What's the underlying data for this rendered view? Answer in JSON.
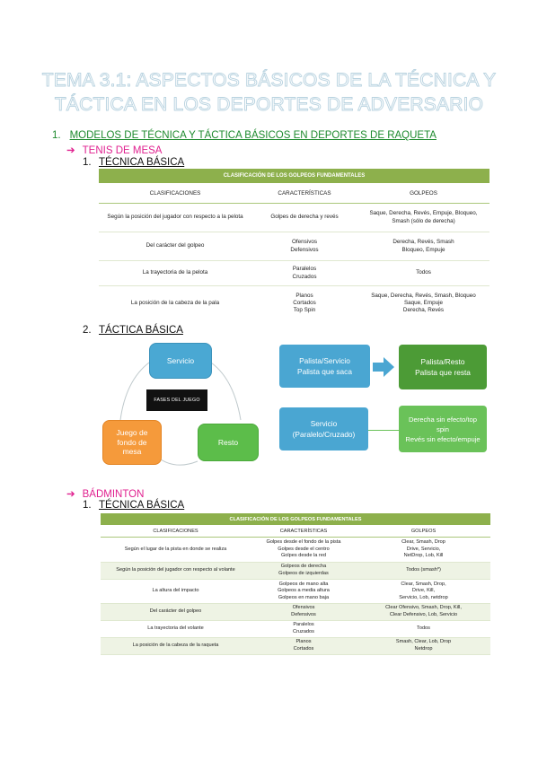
{
  "title": {
    "line1": "TEMA 3.1: ASPECTOS BÁSICOS DE LA TÉCNICA Y",
    "line2": "TÁCTICA EN LOS DEPORTES DE ADVERSARIO"
  },
  "section1": {
    "num": "1.",
    "label": "MODELOS DE TÉCNICA Y TÁCTICA BÁSICOS EN DEPORTES DE RAQUETA"
  },
  "arrow": "➔",
  "tenis": {
    "label": "TENIS DE MESA",
    "tecnica": {
      "num": "1.",
      "label": "TÉCNICA BÁSICA"
    },
    "table": {
      "caption": "CLASIFICACIÓN DE LOS GOLPEOS FUNDAMENTALES",
      "headers": [
        "CLASIFICACIONES",
        "CARACTERÍSTICAS",
        "GOLPEOS"
      ],
      "rows": [
        [
          "Según la posición del jugador con respecto a la pelota",
          "Golpes de derecha y revés",
          "Saque, Derecha, Revés, Empuje, Bloqueo,\nSmash (sólo de derecha)"
        ],
        [
          "Del carácter del golpeo",
          "Ofensivos\nDefensivos",
          "Derecha, Revés, Smash\nBloqueo, Empuje"
        ],
        [
          "La trayectoria de la pelota",
          "Paralelos\nCruzados",
          "Todos"
        ],
        [
          "La posición de la cabeza de la pala",
          "Planos\nCortados\nTop Spin",
          "Saque, Derecha, Revés, Smash, Bloqueo\nSaque, Empuje\nDerecha, Revés"
        ]
      ]
    },
    "tactica": {
      "num": "2.",
      "label": "TÁCTICA BÁSICA"
    },
    "cycle": {
      "center": "FASES DEL JUEGO",
      "servicio": "Servicio",
      "resto": "Resto",
      "fondo": "Juego de\nfondo de\nmesa"
    },
    "flow": {
      "palista_servicio": "Palista/Servicio\nPalista que saca",
      "palista_resto": "Palista/Resto\nPalista que resta",
      "servicio": "Servicio\n(Paralelo/Cruzado)",
      "derecha": "Derecha sin efecto/top\nspin\nRevés sin efecto/empuje"
    }
  },
  "badminton": {
    "label": "BÁDMINTON",
    "tecnica": {
      "num": "1.",
      "label": "TÉCNICA BÁSICA"
    },
    "table": {
      "caption": "CLASIFICACIÓN DE LOS GOLPEOS FUNDAMENTALES",
      "headers": [
        "CLASIFICACIONES",
        "CARACTERÍSTICAS",
        "GOLPEOS"
      ],
      "rows": [
        [
          "Según el lugar de la pista en donde se realiza",
          "Golpes desde el fondo de la pista\nGolpes desde el centro\nGolpes desde la red",
          "Clear, Smash, Drop\nDrive, Servicio,\nNetDrop, Lob, Kill"
        ],
        [
          "Según la posición del jugador con respecto al volante",
          "Golpeos de derecha\nGolpeos de izquierdas",
          "Todos (smash*)"
        ],
        [
          "La altura del impacto",
          "Golpeos de mano alta\nGolpeos a media altura\nGolpeos en mano baja",
          "Clear, Smash, Drop,\nDrive, Kill,\nServicio, Lob, netdrop"
        ],
        [
          "Del carácter del golpeo",
          "Ofensivos\nDefensivos",
          "Clear Ofensivo, Smash, Drop, Kill,\nClear Defensivo, Lob, Servicio"
        ],
        [
          "La trayectoria del volante",
          "Paralelos\nCruzados",
          "Todos"
        ],
        [
          "La posición de la cabeza de la raqueta",
          "Planos\nCortados",
          "Smash, Clear, Lob, Drop\nNetdrop"
        ]
      ]
    }
  }
}
